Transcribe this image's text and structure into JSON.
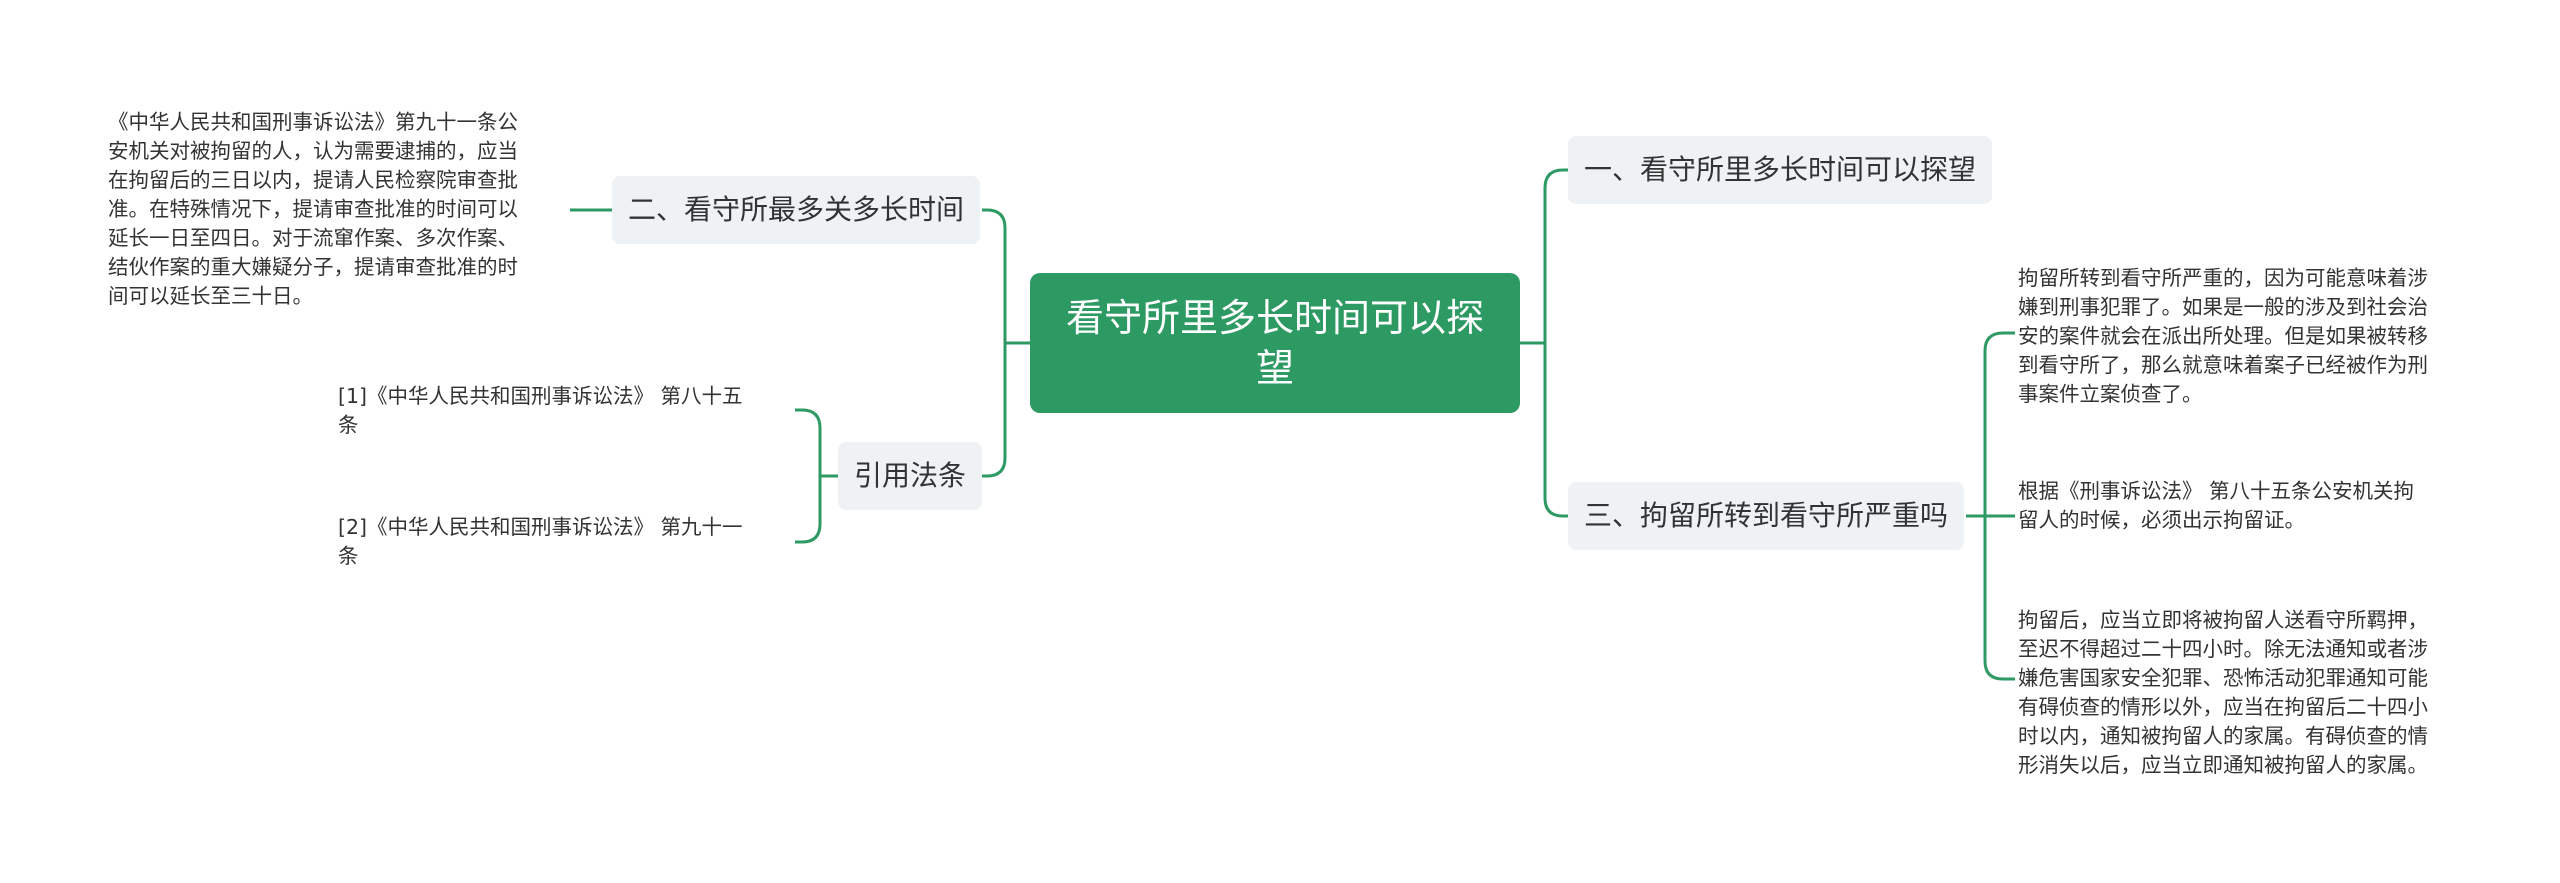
{
  "root": {
    "label": "看守所里多长时间可以探望"
  },
  "branches": {
    "b1": {
      "label": "一、看守所里多长时间可以探望"
    },
    "b2": {
      "label": "二、看守所最多关多长时间"
    },
    "b3": {
      "label": "三、拘留所转到看守所严重吗"
    },
    "b4": {
      "label": "引用法条"
    }
  },
  "leaves": {
    "b2_l1": [
      "《中华人民共和国刑事诉讼法》第九十一条公",
      "安机关对被拘留的人，认为需要逮捕的，应当",
      "在拘留后的三日以内，提请人民检察院审查批",
      "准。在特殊情况下，提请审查批准的时间可以",
      "延长一日至四日。对于流窜作案、多次作案、",
      "结伙作案的重大嫌疑分子，提请审查批准的时",
      "间可以延长至三十日。"
    ],
    "b4_l1": [
      "[1]《中华人民共和国刑事诉讼法》 第八十五",
      "条"
    ],
    "b4_l2": [
      "[2]《中华人民共和国刑事诉讼法》 第九十一",
      "条"
    ],
    "b3_l1": [
      "拘留所转到看守所严重的，因为可能意味着涉",
      "嫌到刑事犯罪了。如果是一般的涉及到社会治",
      "安的案件就会在派出所处理。但是如果被转移",
      "到看守所了，那么就意味着案子已经被作为刑",
      "事案件立案侦查了。"
    ],
    "b3_l2": [
      "根据《刑事诉讼法》 第八十五条公安机关拘",
      "留人的时候，必须出示拘留证。"
    ],
    "b3_l3": [
      "拘留后，应当立即将被拘留人送看守所羁押，",
      "至迟不得超过二十四小时。除无法通知或者涉",
      "嫌危害国家安全犯罪、恐怖活动犯罪通知可能",
      "有碍侦查的情形以外，应当在拘留后二十四小",
      "时以内，通知被拘留人的家属。有碍侦查的情",
      "形消失以后，应当立即通知被拘留人的家属。"
    ]
  },
  "colors": {
    "root_fill": "#2e9a63",
    "branch_fill": "#eef2f5",
    "connector": "#2e9a63"
  }
}
